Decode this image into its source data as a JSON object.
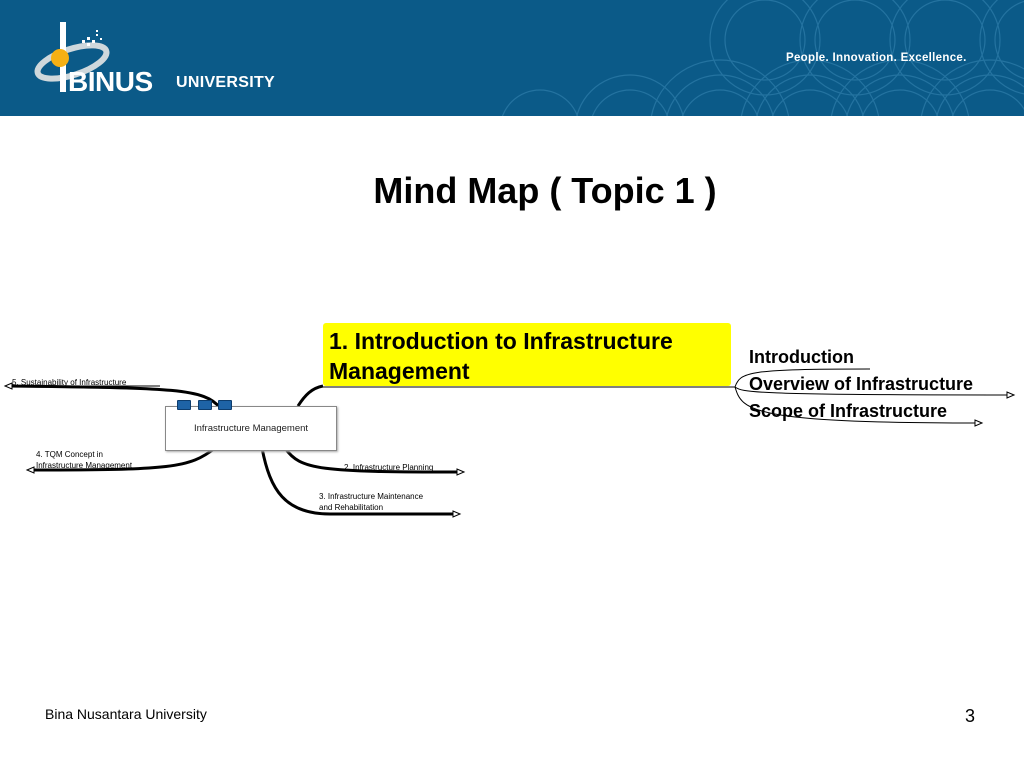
{
  "header": {
    "logo_text": "BINUS",
    "logo_subtext": "UNIVERSITY",
    "tagline": "People. Innovation. Excellence."
  },
  "slide": {
    "title": "Mind Map ( Topic 1 )"
  },
  "mindmap": {
    "central": "Infrastructure Management",
    "highlight_line1": "1. Introduction to Infrastructure",
    "highlight_line2": "Management",
    "subtopics": [
      "Introduction",
      "Overview of Infrastructure",
      "Scope of Infrastructure"
    ],
    "branches": {
      "b2": "2. Infrastructure Planning",
      "b3_line1": "3. Infrastructure Maintenance",
      "b3_line2": "and Rehabilitation",
      "b4_line1": "4. TQM Concept in",
      "b4_line2": "Infrastructure Management",
      "b5": "5. Sustainability of Infrastructure"
    },
    "colors": {
      "highlight": "#ffff00",
      "node_tab": "#1e63a6"
    }
  },
  "footer": {
    "org": "Bina Nusantara University",
    "page_number": "3"
  },
  "colors": {
    "banner": "#0b5a88",
    "logo_accent": "#f5b014"
  }
}
